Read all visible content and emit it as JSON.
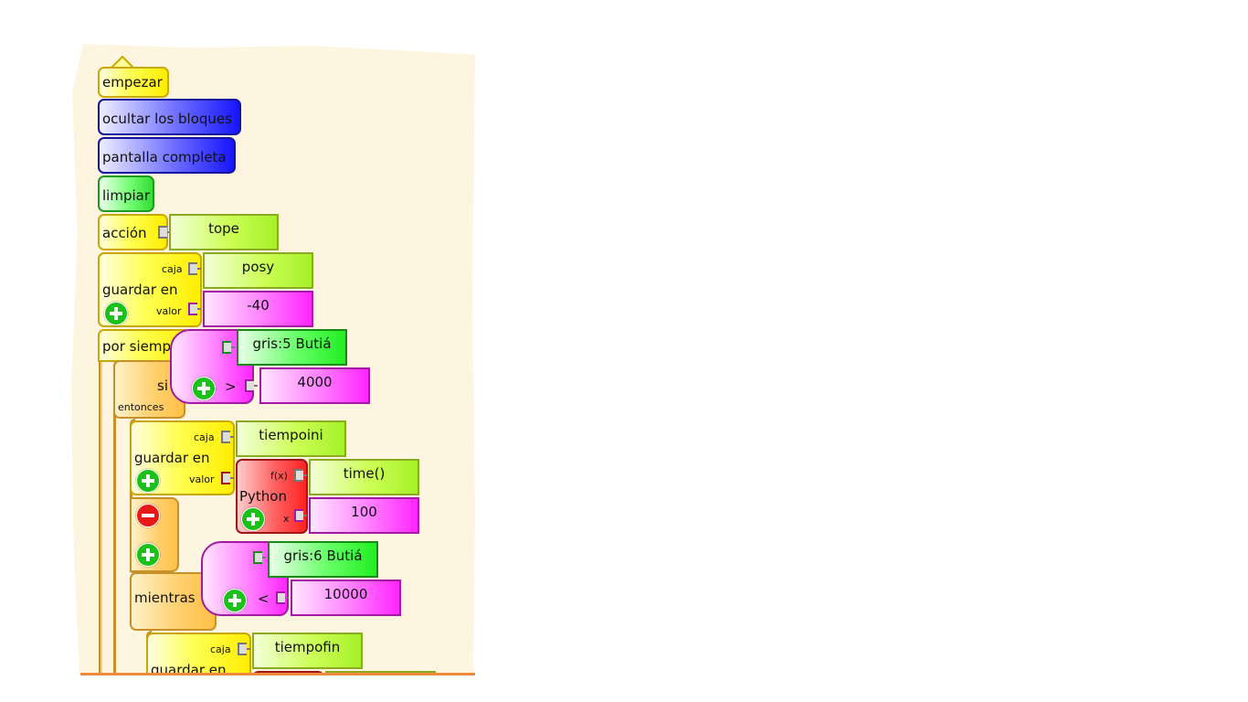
{
  "blocks": {
    "start": "empezar",
    "hide_blocks": "ocultar los bloques",
    "fullscreen": "pantalla completa",
    "clear": "limpiar",
    "action": "acción",
    "action_name": "tope",
    "store1": {
      "label": "guardar en",
      "box_label": "caja",
      "value_label": "valor",
      "box": "posy",
      "value": "-40"
    },
    "forever": "por siempre",
    "if_block": {
      "label": "si",
      "then_label": "entonces"
    },
    "compare1": {
      "op": ">",
      "sensor": "gris:5 Butiá",
      "value": "4000"
    },
    "store2": {
      "label": "guardar en",
      "box_label": "caja",
      "value_label": "valor",
      "box": "tiempoini"
    },
    "python": {
      "label": "Python",
      "fx_label": "f(x)",
      "x_label": "x",
      "fn": "time()",
      "x": "100"
    },
    "while_block": {
      "label": "mientras"
    },
    "compare2": {
      "op": "<",
      "sensor": "gris:6 Butiá",
      "value": "10000"
    },
    "store3": {
      "label": "guardar en",
      "box_label": "caja",
      "box": "tiempofin"
    }
  },
  "colors": {
    "yellow": "#ffee00",
    "orange": "#ffc045",
    "blue": "#1515ff",
    "green": "#33dd33",
    "lime": "#a6f02a",
    "magenta": "#ff25ff",
    "red": "#ff2222",
    "plus": "#19c119",
    "minus": "#e61818"
  },
  "icons": [
    "plus-icon",
    "minus-icon"
  ]
}
